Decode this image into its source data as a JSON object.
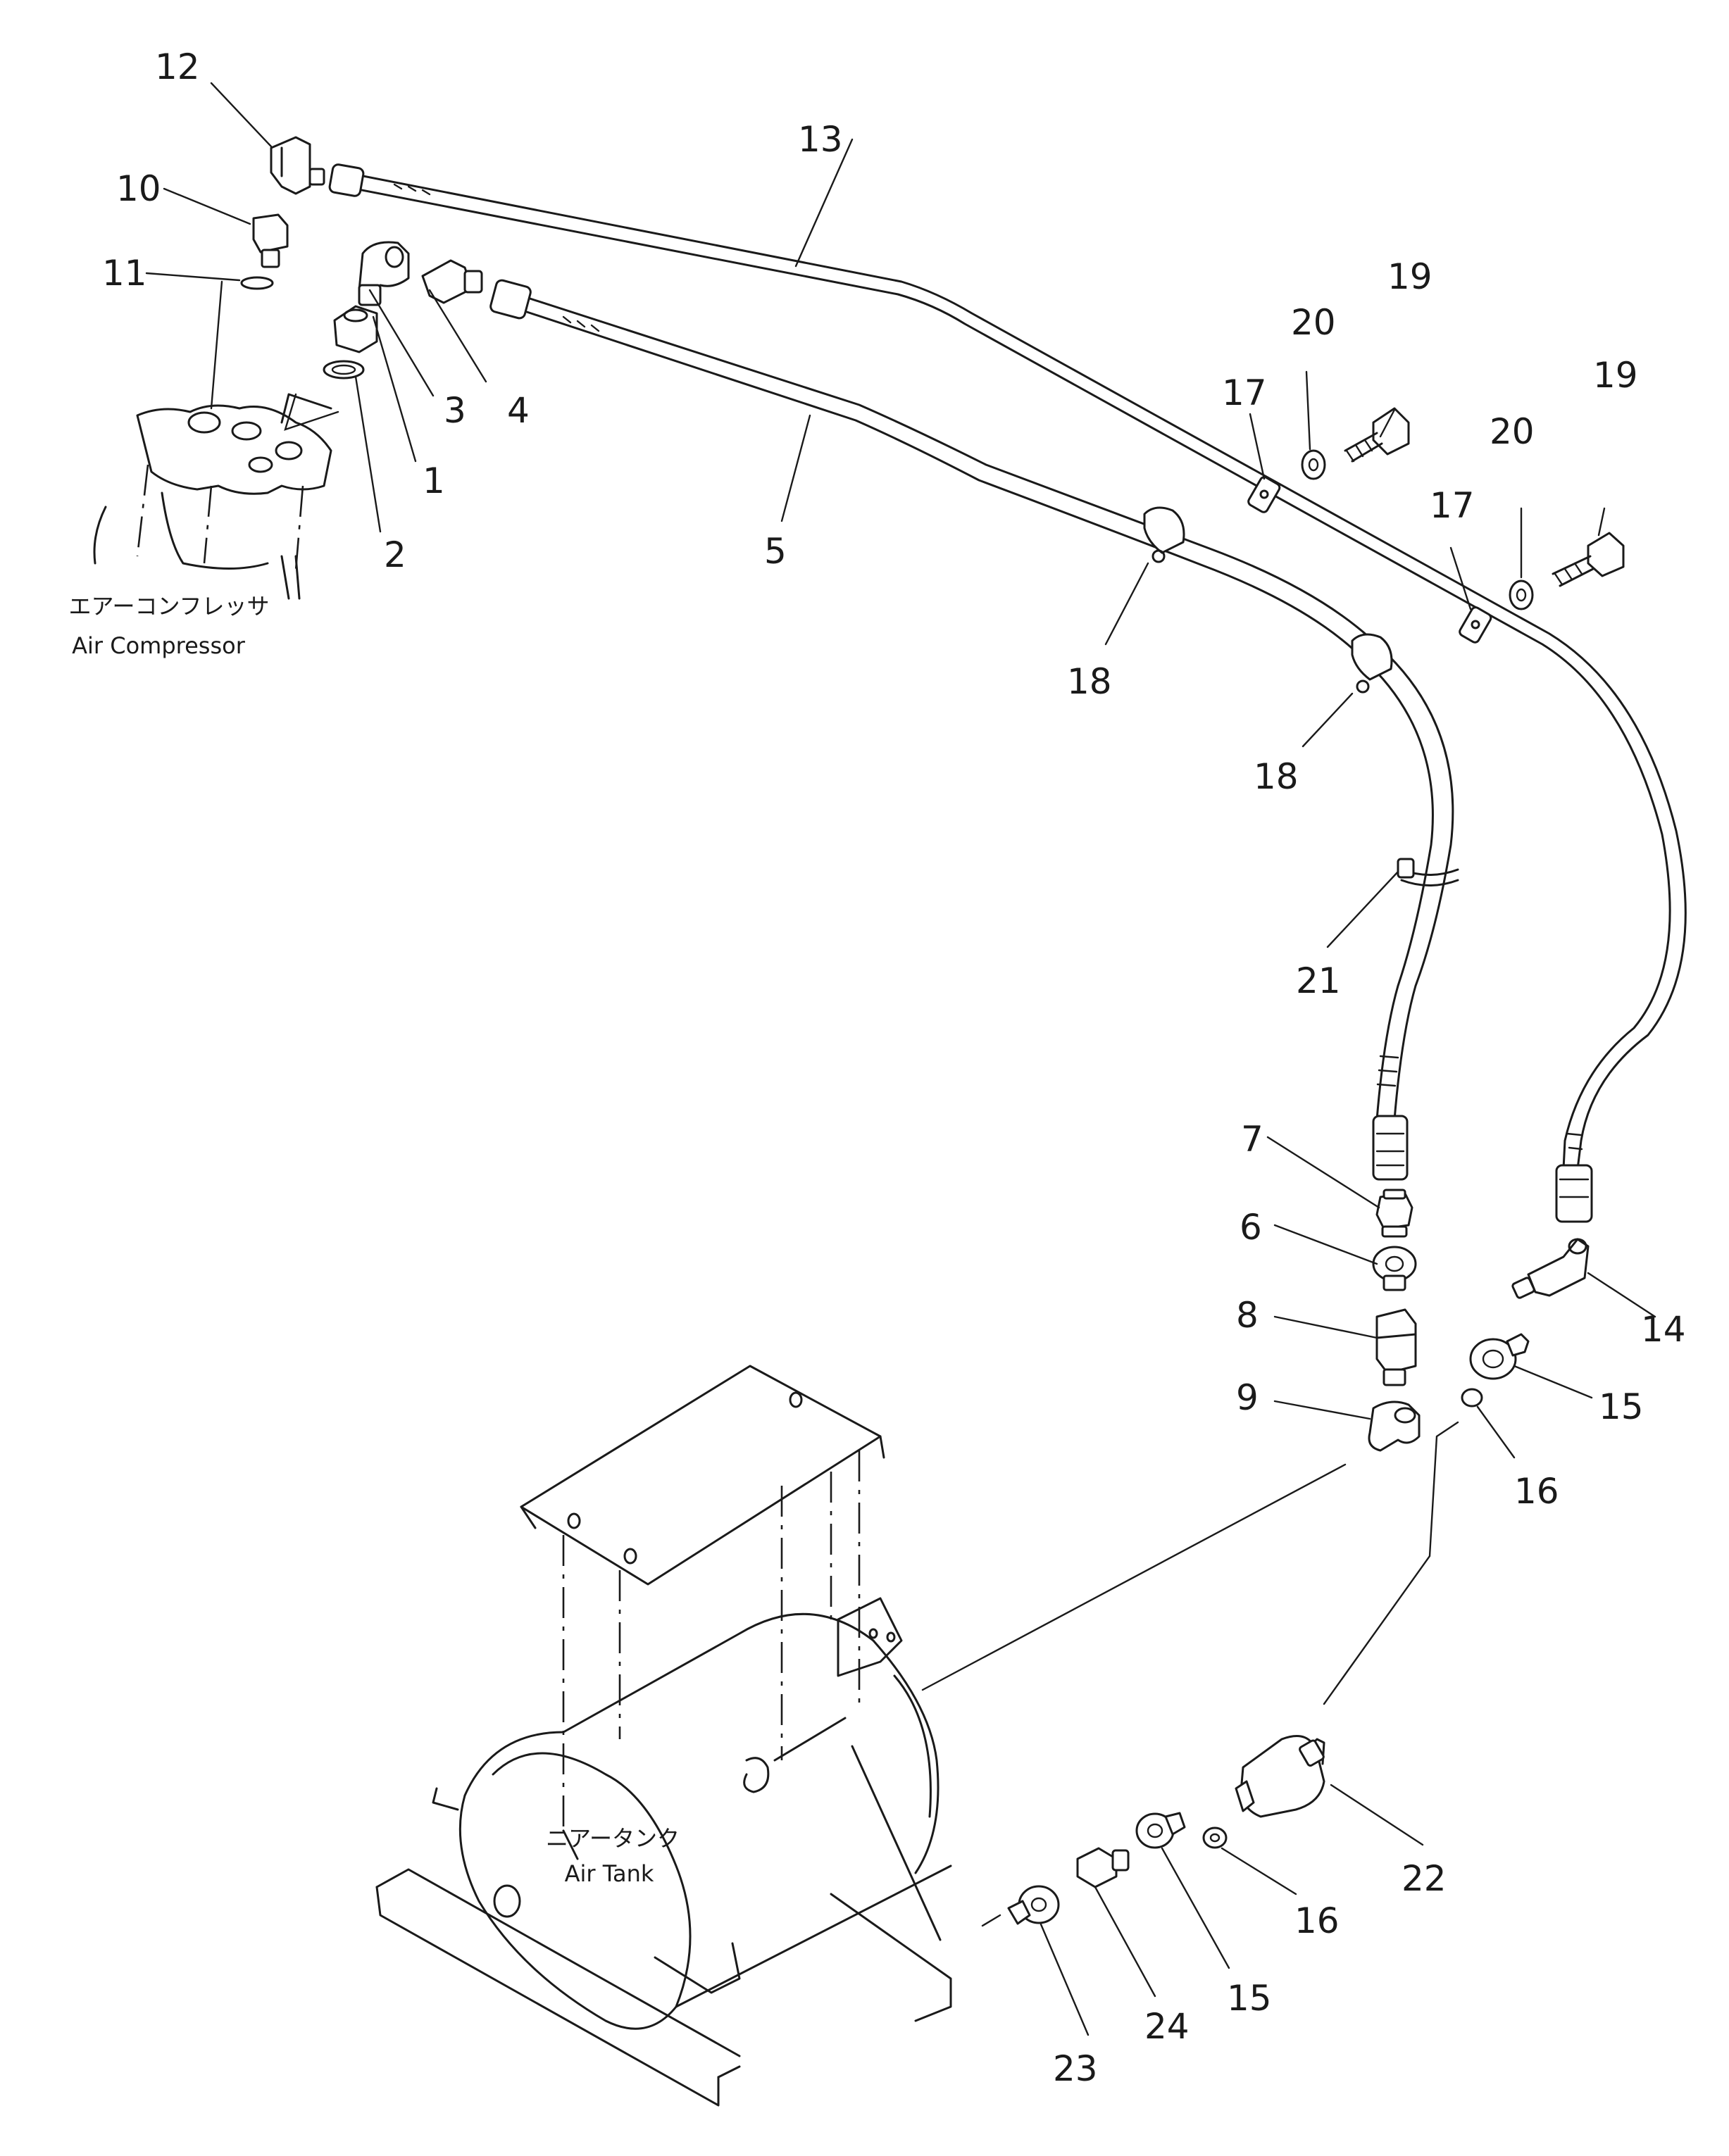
{
  "components": {
    "air_compressor": {
      "label_jp": "エアーコンフレッサ",
      "label_en": "Air Compressor"
    },
    "air_tank": {
      "label_jp": "ニアータンク",
      "label_en": "Air Tank"
    }
  },
  "callouts": {
    "c1": "1",
    "c2": "2",
    "c3": "3",
    "c4": "4",
    "c5": "5",
    "c6": "6",
    "c7": "7",
    "c8": "8",
    "c9": "9",
    "c10": "10",
    "c11": "11",
    "c12": "12",
    "c13": "13",
    "c14": "14",
    "c15a": "15",
    "c15b": "15",
    "c16a": "16",
    "c16b": "16",
    "c17a": "17",
    "c17b": "17",
    "c18a": "18",
    "c18b": "18",
    "c19a": "19",
    "c19b": "19",
    "c20a": "20",
    "c20b": "20",
    "c21": "21",
    "c22": "22",
    "c23": "23",
    "c24": "24"
  }
}
